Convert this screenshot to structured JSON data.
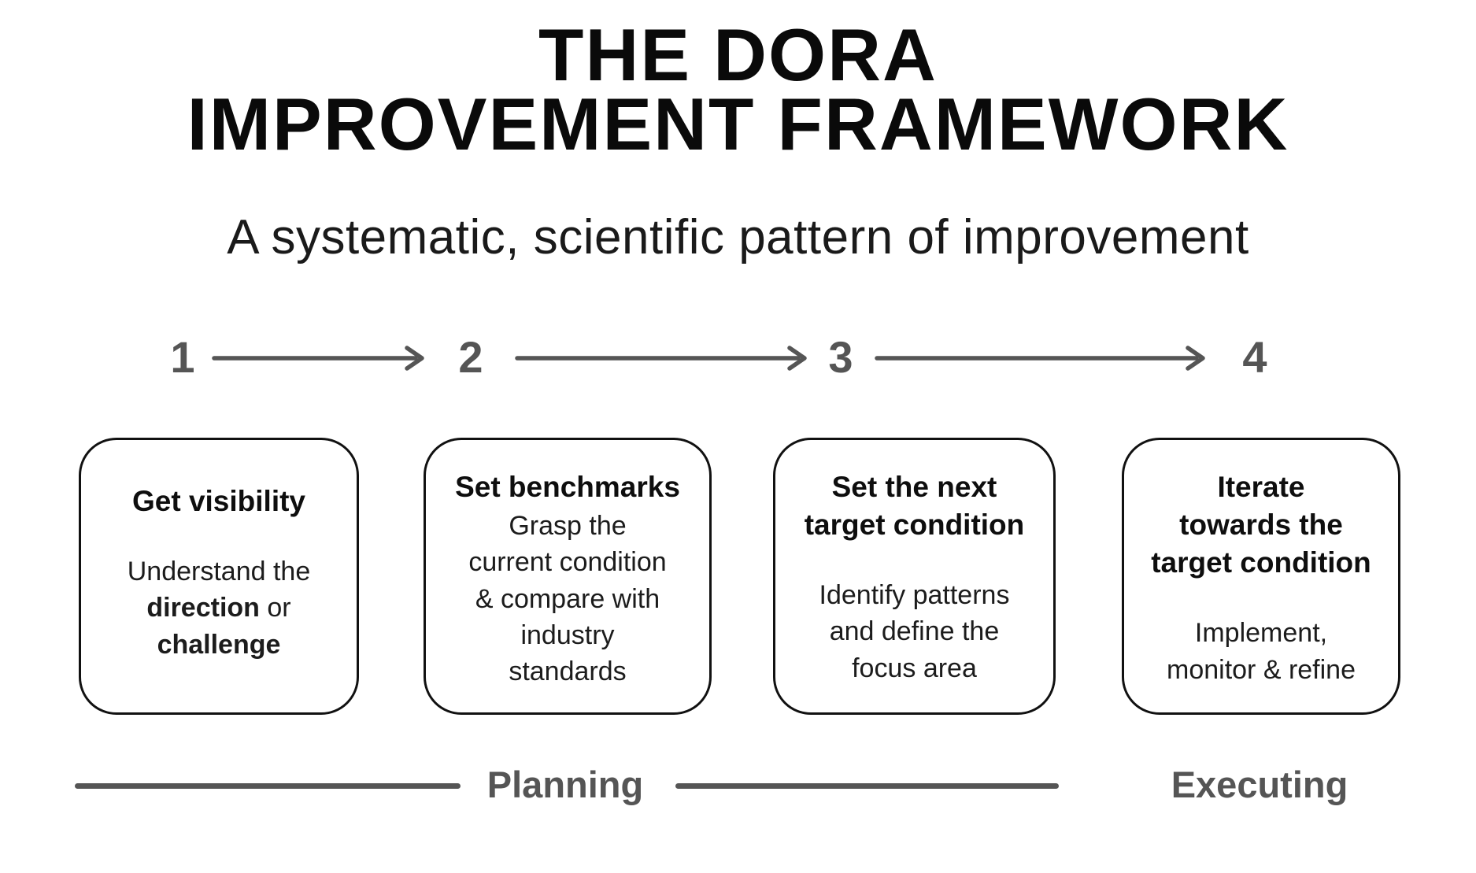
{
  "header": {
    "title_line1": "THE DORA",
    "title_line2": "IMPROVEMENT FRAMEWORK",
    "subtitle": "A systematic, scientific pattern of improvement"
  },
  "steps": [
    {
      "number": "1",
      "title_lines": [
        "Get visibility"
      ],
      "body_segments": [
        {
          "text": "Understand the",
          "bold": false
        },
        {
          "text": "direction",
          "bold": true,
          "break_before": true
        },
        {
          "text": " or",
          "bold": false
        },
        {
          "text": "challenge",
          "bold": true,
          "break_before": true
        }
      ]
    },
    {
      "number": "2",
      "title_lines": [
        "Set benchmarks"
      ],
      "body_lines": [
        "Grasp the",
        "current condition",
        "& compare with",
        "industry",
        "standards"
      ]
    },
    {
      "number": "3",
      "title_lines": [
        "Set the next",
        "target condition"
      ],
      "body_lines": [
        "Identify patterns",
        "and define the",
        "focus area"
      ]
    },
    {
      "number": "4",
      "title_lines": [
        "Iterate",
        "towards the",
        "target condition"
      ],
      "body_lines": [
        "Implement,",
        "monitor & refine"
      ]
    }
  ],
  "phases": [
    {
      "label": "Planning"
    },
    {
      "label": "Executing"
    }
  ],
  "colors": {
    "text_black": "#0d0d0d",
    "gray_accent": "#555555",
    "background": "#ffffff"
  }
}
